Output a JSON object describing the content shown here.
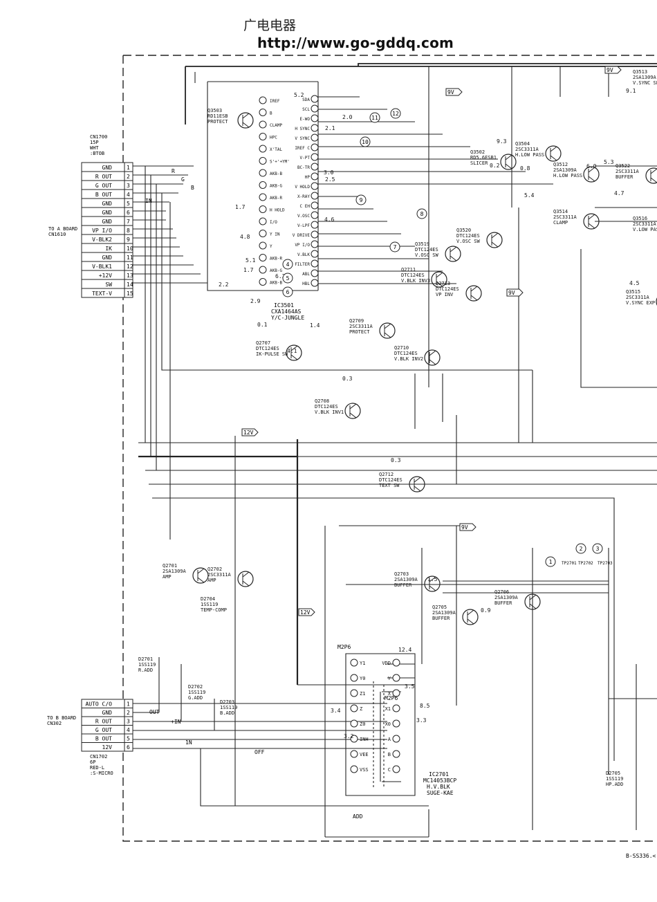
{
  "header": {
    "chinese": "广电电器",
    "url": "http://www.go-gddq.com"
  },
  "cn1700": {
    "name": "CN1700",
    "spec": [
      "15P",
      "WHT",
      ":BTOB"
    ],
    "pins": [
      "GND",
      "R OUT",
      "G OUT",
      "B OUT",
      "GND",
      "GND",
      "GND",
      "VP I/O",
      "V-BLK2",
      "IK",
      "GND",
      "V-BLK1",
      "+12V",
      "SW",
      "TEXT-V"
    ],
    "note": [
      "TO A BOARD",
      "CN1610"
    ]
  },
  "cn1702": {
    "name": "CN1702",
    "spec": [
      "6P",
      "RED-L",
      ":S-MICRO"
    ],
    "pins": [
      "AUTO C/O",
      "GND",
      "R OUT",
      "G OUT",
      "B OUT",
      "12V"
    ],
    "note": [
      "TO B BOARD",
      "CN302"
    ]
  },
  "ic3501": {
    "ref": "IC3501",
    "part": "CXA1464AS",
    "desc": "Y/C-JUNGLE",
    "left_pins": [
      "IREF",
      "B",
      "CLAMP",
      "HPC",
      "X'TAL",
      "S'+'+YM'",
      "AKB-B",
      "AKB-G",
      "AKB-R",
      "H HOLD",
      "I/O",
      "Y IN",
      "Y",
      "AKB-R",
      "AKB-G",
      "AKB-B"
    ],
    "right_pins": [
      "SDA",
      "SCL",
      "E-WO",
      "H SYNC",
      "V SYNC",
      "IREF C",
      "V-PT",
      "BC-TR",
      "HP",
      "V HOLD",
      "X-RAY",
      "C EH",
      "V.OSC",
      "V-LPF",
      "V DRIVE",
      "VP I/O",
      "V.BLK",
      "FILTER",
      "ABL",
      "HBL"
    ]
  },
  "ic2701": {
    "ref": "IC2701",
    "part": "MC14053BCP",
    "desc": [
      "H.V.BLK",
      "SUGE-KAE"
    ],
    "pins": [
      "Y1",
      "Y0",
      "Z1",
      "Z",
      "Z0",
      "INH",
      "VEE",
      "VSS",
      "VDD",
      "Y",
      "X",
      "X1",
      "X0",
      "A",
      "B",
      "C"
    ]
  },
  "transistors": [
    {
      "ref": "Q3503",
      "part": "RD11ESB",
      "role": "PROTECT"
    },
    {
      "ref": "Q3502",
      "part": "RD5.6ESB1",
      "role": "SLICER"
    },
    {
      "ref": "Q3504",
      "part": "2SC3311A",
      "role": "H.LOW PASS"
    },
    {
      "ref": "Q3512",
      "part": "2SA1309A",
      "role": "H.LOW PASS"
    },
    {
      "ref": "Q3522",
      "part": "2SC3311A",
      "role": "BUFFER"
    },
    {
      "ref": "Q3513",
      "part": "2SA1309A",
      "role": "V.SYNC SEP-AMP"
    },
    {
      "ref": "Q3514",
      "part": "2SC3311A",
      "role": "CLAMP"
    },
    {
      "ref": "Q3516",
      "part": "2SC3311A",
      "role": "V.LOW PASS"
    },
    {
      "ref": "Q3515",
      "part": "2SC3311A",
      "role": "V.SYNC EXP"
    },
    {
      "ref": "Q3519",
      "part": "DTC124ES",
      "role": "V.OSC SW"
    },
    {
      "ref": "Q3520",
      "part": "DTC124ES",
      "role": "V.OSC SW"
    },
    {
      "ref": "Q2711",
      "part": "DTC124ES",
      "role": "V.BLK INV3"
    },
    {
      "ref": "Q2713",
      "part": "DTC124ES",
      "role": "VP INV"
    },
    {
      "ref": "Q2709",
      "part": "2SC3311A",
      "role": "PROTECT"
    },
    {
      "ref": "Q2707",
      "part": "DTC124ES",
      "role": "IK-PULSE SW"
    },
    {
      "ref": "Q2710",
      "part": "DTC124ES",
      "role": "V.BLK INV2"
    },
    {
      "ref": "Q2708",
      "part": "DTC124ES",
      "role": "V.BLK INV1"
    },
    {
      "ref": "Q2712",
      "part": "DTC124ES",
      "role": "TEXT SW"
    },
    {
      "ref": "Q2701",
      "part": "2SA1309A",
      "role": "AMP"
    },
    {
      "ref": "Q2702",
      "part": "2SC3311A",
      "role": "AMP"
    },
    {
      "ref": "Q2703",
      "part": "2SA1309A",
      "role": "BUFFER"
    },
    {
      "ref": "Q2705",
      "part": "2SA1309A",
      "role": "BUFFER"
    },
    {
      "ref": "Q2706",
      "part": "2SA1309A",
      "role": "BUFFER"
    }
  ],
  "diodes": [
    {
      "ref": "D2704",
      "part": "1SS119",
      "role": "TEMP-COMP"
    },
    {
      "ref": "D2701",
      "part": "1SS119",
      "role": "R.ADD"
    },
    {
      "ref": "D2702",
      "part": "1SS119",
      "role": "G.ADD"
    },
    {
      "ref": "D2703",
      "part": "1SS119",
      "role": "B.ADD"
    },
    {
      "ref": "D2705",
      "part": "1SS119",
      "role": "HP.ADD"
    }
  ],
  "rails": [
    "9V",
    "9V",
    "9V",
    "12V",
    "12V",
    "9V"
  ],
  "testpoints": [
    "TP2701",
    "TP2702",
    "TP2703"
  ],
  "circle_labels": [
    "1",
    "2",
    "3",
    "4",
    "5",
    "6",
    "7",
    "8",
    "9",
    "10",
    "11",
    "12"
  ],
  "voltages": [
    "0.1",
    "4.1",
    "5.2",
    "2.0",
    "2.1",
    "9.3",
    "0.2",
    "0.8",
    "5.3",
    "6.0",
    "4.7",
    "5.4",
    "9.1",
    "4.5",
    "2.9",
    "1.4",
    "1.5",
    "0.9",
    "12.4",
    "8.5",
    "3.5",
    "3.3",
    "3.2",
    "3.4",
    "4.8",
    "4.6",
    "1.7",
    "0.3",
    "0.3",
    "1.7",
    "2.5",
    "3.0",
    "2.2",
    "6.2",
    "5.1"
  ],
  "misc_labels": [
    "R",
    "G",
    "B",
    "IN",
    "OUT",
    "+IN",
    "1N",
    "M2P6",
    "M2P6",
    "ADD",
    "OFF"
  ],
  "footer_code": "B-SS336.<"
}
